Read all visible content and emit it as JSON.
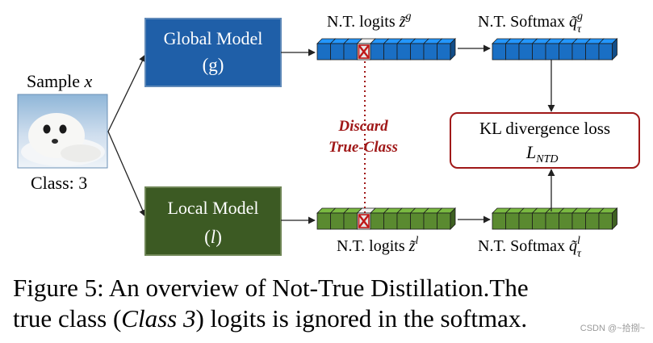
{
  "sample": {
    "label": "Sample x",
    "class_label": "Class: 3"
  },
  "global_model": {
    "title": "Global Model",
    "symbol": "(g)",
    "color": "#1f5fa8"
  },
  "local_model": {
    "title": "Local Model",
    "symbol": "(l)",
    "color": "#3c5a23"
  },
  "global_logits_label": "N.T. logits z̃ᵍ",
  "local_logits_label": "N.T. logits z̃ˡ",
  "global_softmax_label": "N.T. Softmax q̃τᵍ",
  "local_softmax_label": "N.T. Softmax q̃τˡ",
  "discard": {
    "line1": "Discard",
    "line2": "True-Class",
    "color": "#a01818"
  },
  "loss": {
    "title": "KL divergence loss",
    "symbol": "L_NTD",
    "border_color": "#a01818"
  },
  "vectors": {
    "logit_cells": 10,
    "softmax_cells": 9,
    "discarded_index": 3,
    "blue": "#1a6fc4",
    "green": "#5a8a30"
  },
  "caption": {
    "line1": "Figure 5:  An overview of Not-True Distillation.The",
    "line2_prefix": "true class (",
    "line2_italic": "Class 3",
    "line2_suffix": ") logits is ignored in the softmax."
  },
  "watermark": "CSDN @~拾捌~"
}
